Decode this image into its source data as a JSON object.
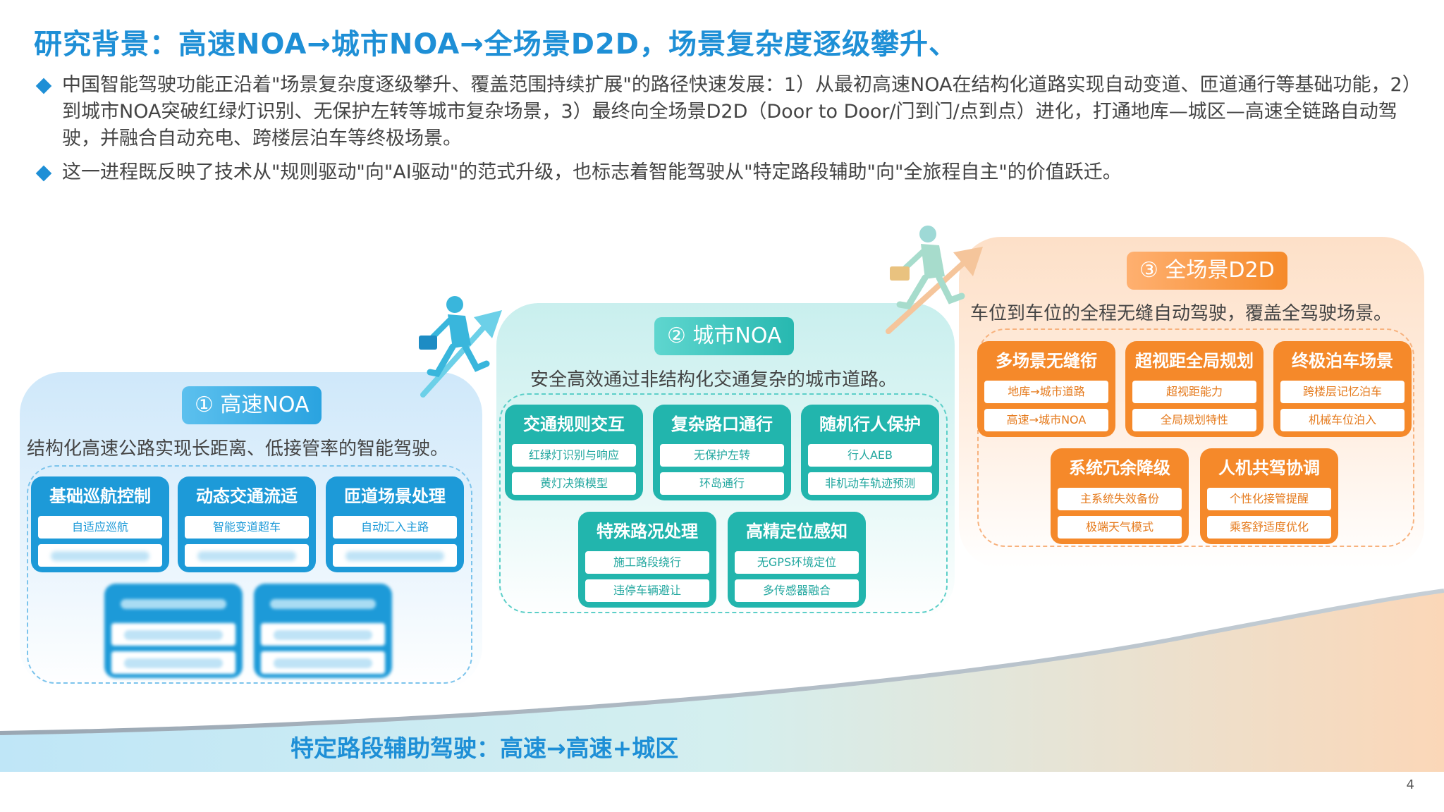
{
  "header": {
    "title": "研究背景：高速NOA→城市NOA→全场景D2D，场景复杂度逐级攀升、"
  },
  "bullets": [
    "中国智能驾驶功能正沿着\"场景复杂度逐级攀升、覆盖范围持续扩展\"的路径快速发展：1）从最初高速NOA在结构化道路实现自动变道、匝道通行等基础功能，2）到城市NOA突破红绿灯识别、无保护左转等城市复杂场景，3）最终向全场景D2D（Door to Door/门到门/点到点）进化，打通地库—城区—高速全链路自动驾驶，并融合自动充电、跨楼层泊车等终极场景。",
    "这一进程既反映了技术从\"规则驱动\"向\"AI驱动\"的范式升级，也标志着智能驾驶从\"特定路段辅助\"向\"全旅程自主\"的价值跃迁。"
  ],
  "stages": {
    "s1": {
      "badge": "① 高速NOA",
      "subtitle": "结构化高速公路实现长距离、低接管率的智能驾驶。",
      "cards": [
        {
          "title": "基础巡航控制",
          "chips": [
            "自适应巡航",
            ""
          ]
        },
        {
          "title": "动态交通流适",
          "chips": [
            "智能变道超车",
            ""
          ]
        },
        {
          "title": "匝道场景处理",
          "chips": [
            "自动汇入主路",
            ""
          ]
        }
      ]
    },
    "s2": {
      "badge": "② 城市NOA",
      "subtitle": "安全高效通过非结构化交通复杂的城市道路。",
      "cards": [
        {
          "title": "交通规则交互",
          "chips": [
            "红绿灯识别与响应",
            "黄灯决策模型"
          ]
        },
        {
          "title": "复杂路口通行",
          "chips": [
            "无保护左转",
            "环岛通行"
          ]
        },
        {
          "title": "随机行人保护",
          "chips": [
            "行人AEB",
            "非机动车轨迹预测"
          ]
        },
        {
          "title": "特殊路况处理",
          "chips": [
            "施工路段绕行",
            "违停车辆避让"
          ]
        },
        {
          "title": "高精定位感知",
          "chips": [
            "无GPS环境定位",
            "多传感器融合"
          ]
        }
      ]
    },
    "s3": {
      "badge": "③ 全场景D2D",
      "subtitle": "车位到车位的全程无缝自动驾驶，覆盖全驾驶场景。",
      "cards": [
        {
          "title": "多场景无缝衔",
          "chips": [
            "地库→城市道路",
            "高速→城市NOA"
          ]
        },
        {
          "title": "超视距全局规划",
          "chips": [
            "超视距能力",
            "全局规划特性"
          ]
        },
        {
          "title": "终极泊车场景",
          "chips": [
            "跨楼层记忆泊车",
            "机械车位泊入"
          ]
        },
        {
          "title": "系统冗余降级",
          "chips": [
            "主系统失效备份",
            "极端天气模式"
          ]
        },
        {
          "title": "人机共驾协调",
          "chips": [
            "个性化接管提醒",
            "乘客舒适度优化"
          ]
        }
      ]
    }
  },
  "bottom": {
    "label": "特定路段辅助驾驶：高速→高速+城区"
  },
  "footer": {
    "page": "4"
  },
  "colors": {
    "accent": "#1e8fd6",
    "stage1": "#1d9ad8",
    "stage2": "#22b5ad",
    "stage3": "#f5892a"
  }
}
